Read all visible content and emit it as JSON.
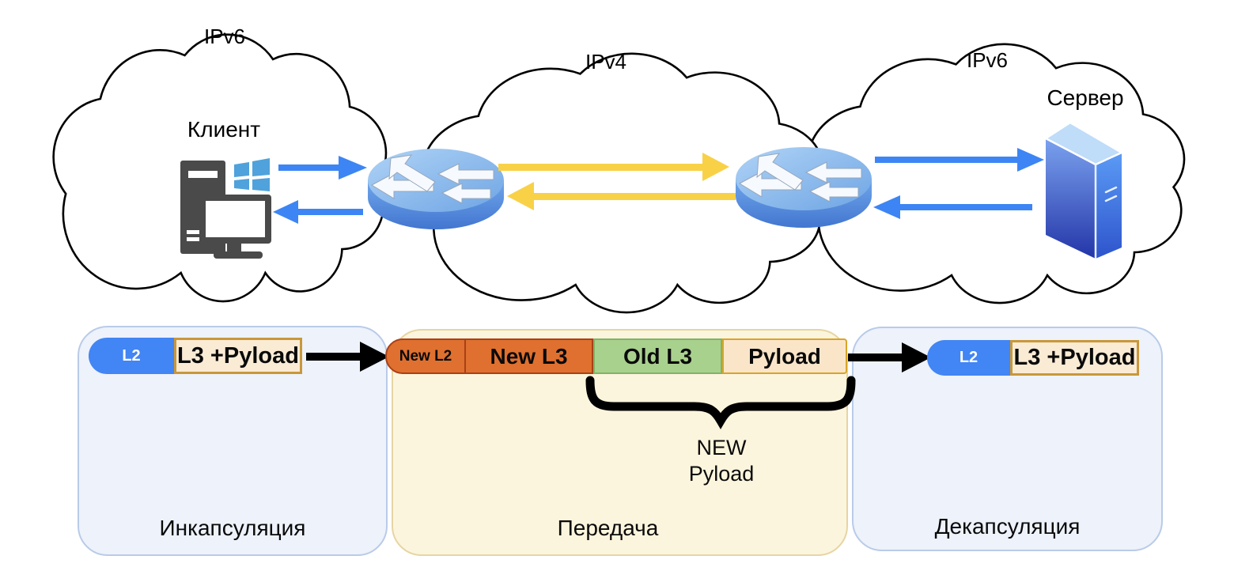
{
  "clouds": {
    "left": {
      "label": "IPv6"
    },
    "middle": {
      "label": "IPv4"
    },
    "right": {
      "label": "IPv6"
    }
  },
  "nodes": {
    "client": {
      "label": "Клиент"
    },
    "server": {
      "label": "Сервер"
    }
  },
  "stages": {
    "encapsulation": {
      "title": "Инкапсуляция",
      "packet": {
        "l2": "L2",
        "l3_payload": "L3 +Pyload"
      }
    },
    "transfer": {
      "title": "Передача",
      "packet": {
        "new_l2": "New L2",
        "new_l3": "New L3",
        "old_l3": "Old L3",
        "payload": "Pyload"
      },
      "brace_label": {
        "line1": "NEW",
        "line2": "Pyload"
      }
    },
    "decapsulation": {
      "title": "Декапсуляция",
      "packet": {
        "l2": "L2",
        "l3_payload": "L3 +Pyload"
      }
    }
  },
  "colors": {
    "l2_blue": "#4285F4",
    "l3_payload_fill": "#FAEBD5",
    "l3_payload_border": "#C9973B",
    "new_header_orange": "#E0702F",
    "new_header_border": "#A84117",
    "old_l3_green": "#A9D18E",
    "old_l3_border": "#82B366",
    "transfer_payload_fill": "#FBE5C9",
    "transfer_payload_border": "#D8A527",
    "stage_box_blue_fill": "#EDF2FB",
    "stage_box_blue_border": "#B9CBE8",
    "stage_box_yellow_fill": "#FCF5DD",
    "stage_box_yellow_border": "#E6D5A3",
    "arrow_blue": "#3D85F4",
    "arrow_yellow": "#F8D147",
    "arrow_black": "#000000"
  }
}
